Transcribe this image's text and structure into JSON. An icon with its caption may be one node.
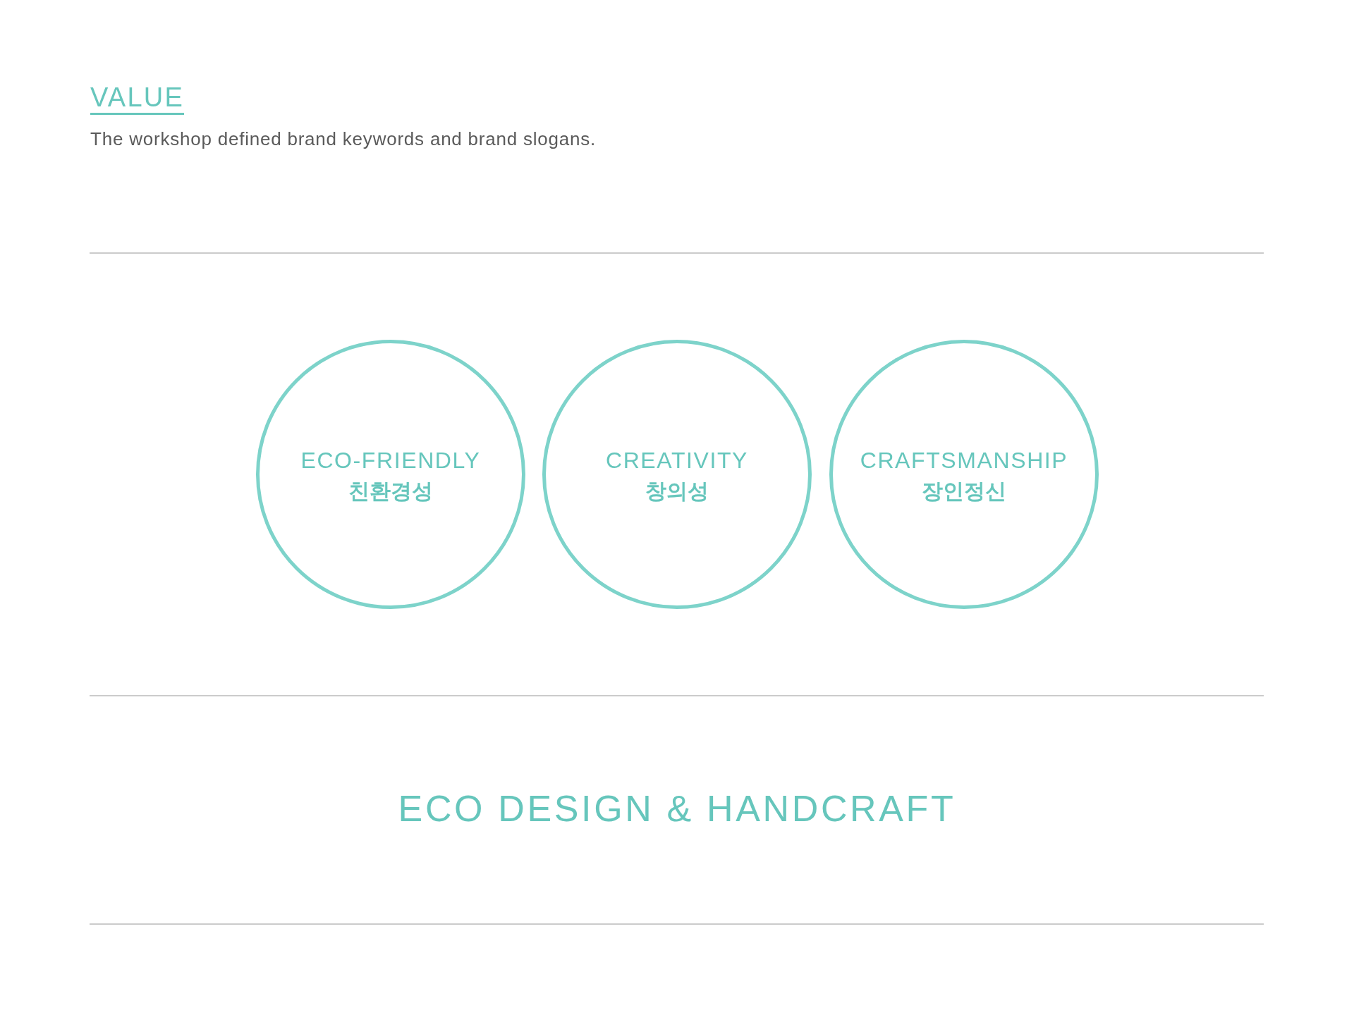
{
  "diagram": {
    "title": "VALUE",
    "nodes": [
      {
        "text": [
          "ECO-FRIENDLY",
          "친환경성"
        ]
      },
      {
        "text": [
          "CREATIVITY",
          "창의성"
        ]
      },
      {
        "text": [
          "CRAFTSMANSHIP",
          "장인정신"
        ]
      }
    ],
    "labels": [
      "The workshop defined brand keywords and brand slogans.",
      "ECO DESIGN & HANDCRAFT"
    ]
  }
}
